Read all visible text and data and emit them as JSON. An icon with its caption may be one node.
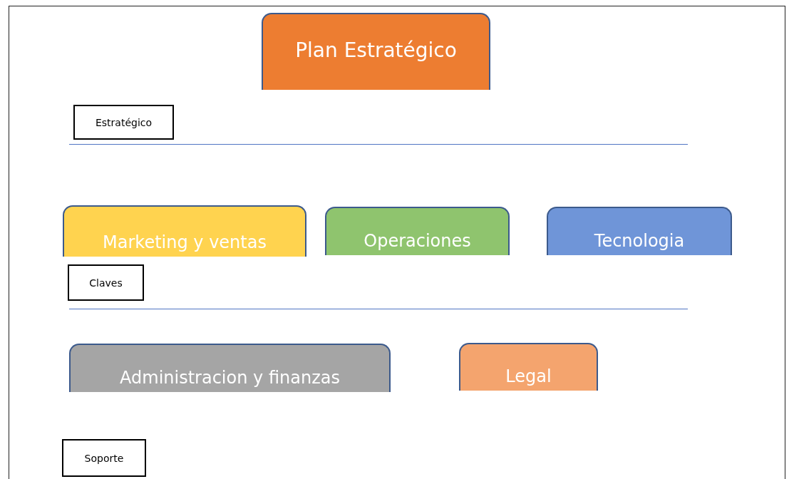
{
  "diagram": {
    "nodes": [
      {
        "text": [
          "Plan Estratégico"
        ]
      },
      {
        "text": [
          "Estratégico"
        ]
      },
      {
        "text": [
          "Marketing y ventas"
        ]
      },
      {
        "text": [
          "Operaciones"
        ]
      },
      {
        "text": [
          "Tecnologia"
        ]
      },
      {
        "text": [
          "Claves"
        ]
      },
      {
        "text": [
          "Administracion y finanzas"
        ]
      },
      {
        "text": [
          "Legal"
        ]
      },
      {
        "text": [
          "Soporte"
        ]
      }
    ]
  }
}
